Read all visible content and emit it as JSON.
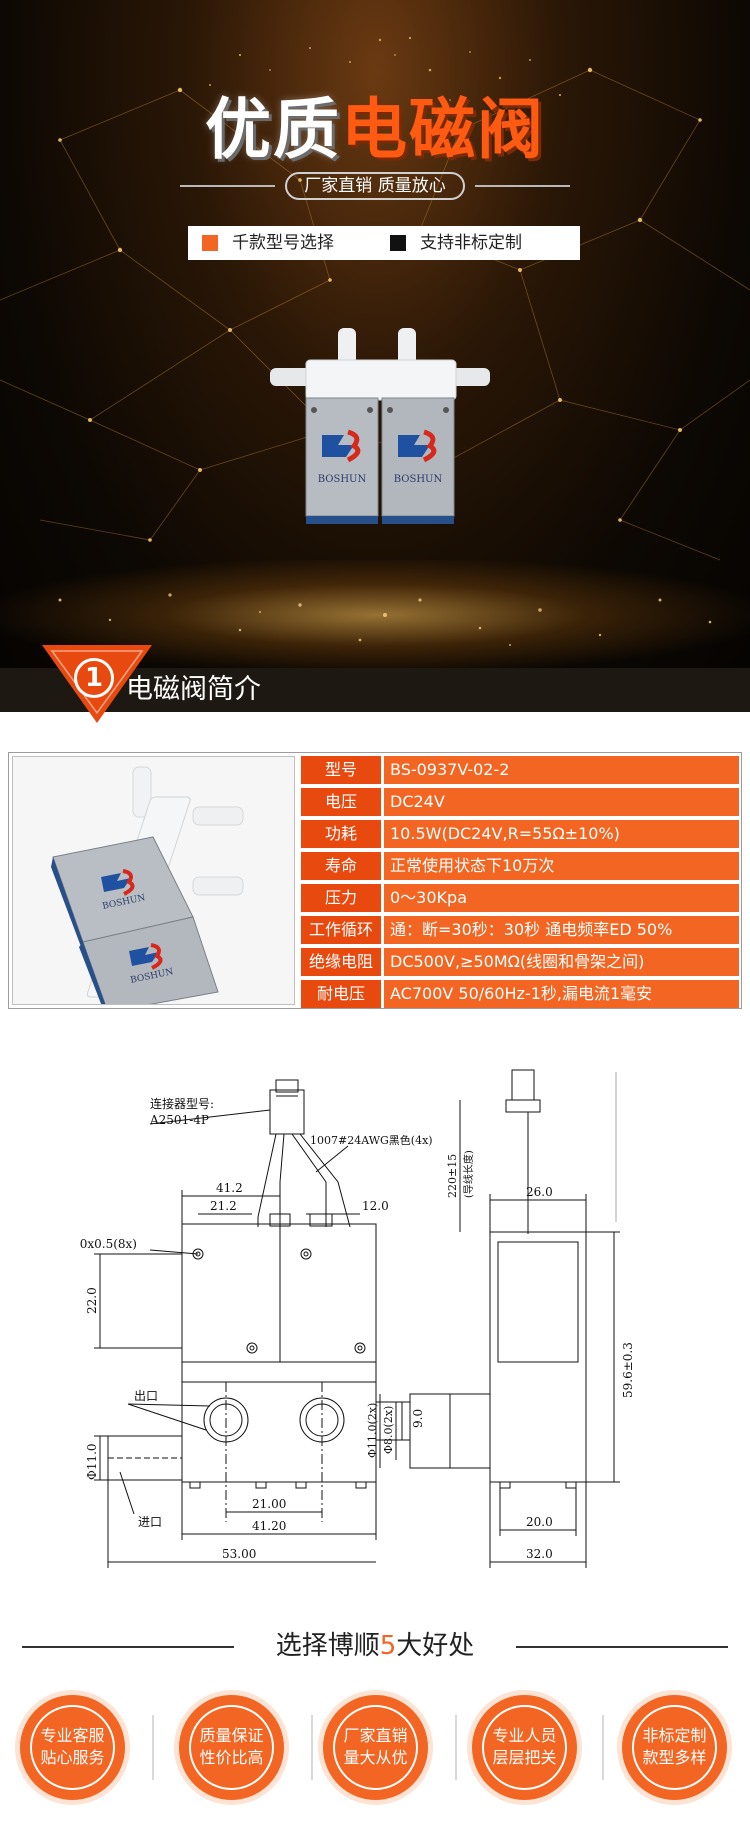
{
  "hero": {
    "title_white": "优质",
    "title_orange": "电磁阀",
    "subtitle": "厂家直销 质量放心",
    "tags": [
      {
        "text": "千款型号选择",
        "color": "#f26522"
      },
      {
        "text": "支持非标定制",
        "color": "#111111"
      }
    ],
    "product_brand": "BOSHUN"
  },
  "section": {
    "number": "1",
    "title": "电磁阀简介"
  },
  "specs": {
    "photo_brand": "BOSHUN",
    "rows": [
      {
        "key": "型号",
        "value": "BS-0937V-02-2"
      },
      {
        "key": "电压",
        "value": "DC24V"
      },
      {
        "key": "功耗",
        "value": "10.5W(DC24V,R=55Ω±10%)"
      },
      {
        "key": "寿命",
        "value": "正常使用状态下10万次"
      },
      {
        "key": "压力",
        "value": "0～30Kpa"
      },
      {
        "key": "工作循环",
        "value": "通：断=30秒：30秒 通电频率ED 50%"
      },
      {
        "key": "绝缘电阻",
        "value": "DC500V,≥50MΩ(线圈和骨架之间)"
      },
      {
        "key": "耐电压",
        "value": "AC700V 50/60Hz-1秒,漏电流1毫安"
      }
    ]
  },
  "drawing": {
    "connector_label": "连接器型号:",
    "connector_model": "A2501-4P",
    "wire_label": "1007#24AWG黑色(4x)",
    "thread_label": "M3.0x0.5(8x)",
    "outlet_label": "出口",
    "inlet_label": "进口",
    "dims": {
      "d41_2": "41.2",
      "d21_2": "21.2",
      "d12_0": "12.0",
      "d22_0": "22.0",
      "d9_0": "9.0",
      "d11_0": "Φ11.0",
      "d21_00": "21.00",
      "d41_20": "41.20",
      "d53_00": "53.00",
      "lead_len": "220±15",
      "lead_note": "(导线长度)",
      "d26_0": "26.0",
      "d11_2x": "Φ11.0(2x)",
      "d8_2x": "Φ8.0(2x)",
      "d59_6": "59.6±0.3",
      "d20_0": "20.0",
      "d32_0": "32.0"
    }
  },
  "advantages": {
    "heading_pre": "选择博顺",
    "heading_num": "5",
    "heading_post": "大好处",
    "items": [
      {
        "line1": "专业客服",
        "line2": "贴心服务"
      },
      {
        "line1": "质量保证",
        "line2": "性价比高"
      },
      {
        "line1": "厂家直销",
        "line2": "量大从优"
      },
      {
        "line1": "专业人员",
        "line2": "层层把关"
      },
      {
        "line1": "非标定制",
        "line2": "款型多样"
      }
    ]
  }
}
